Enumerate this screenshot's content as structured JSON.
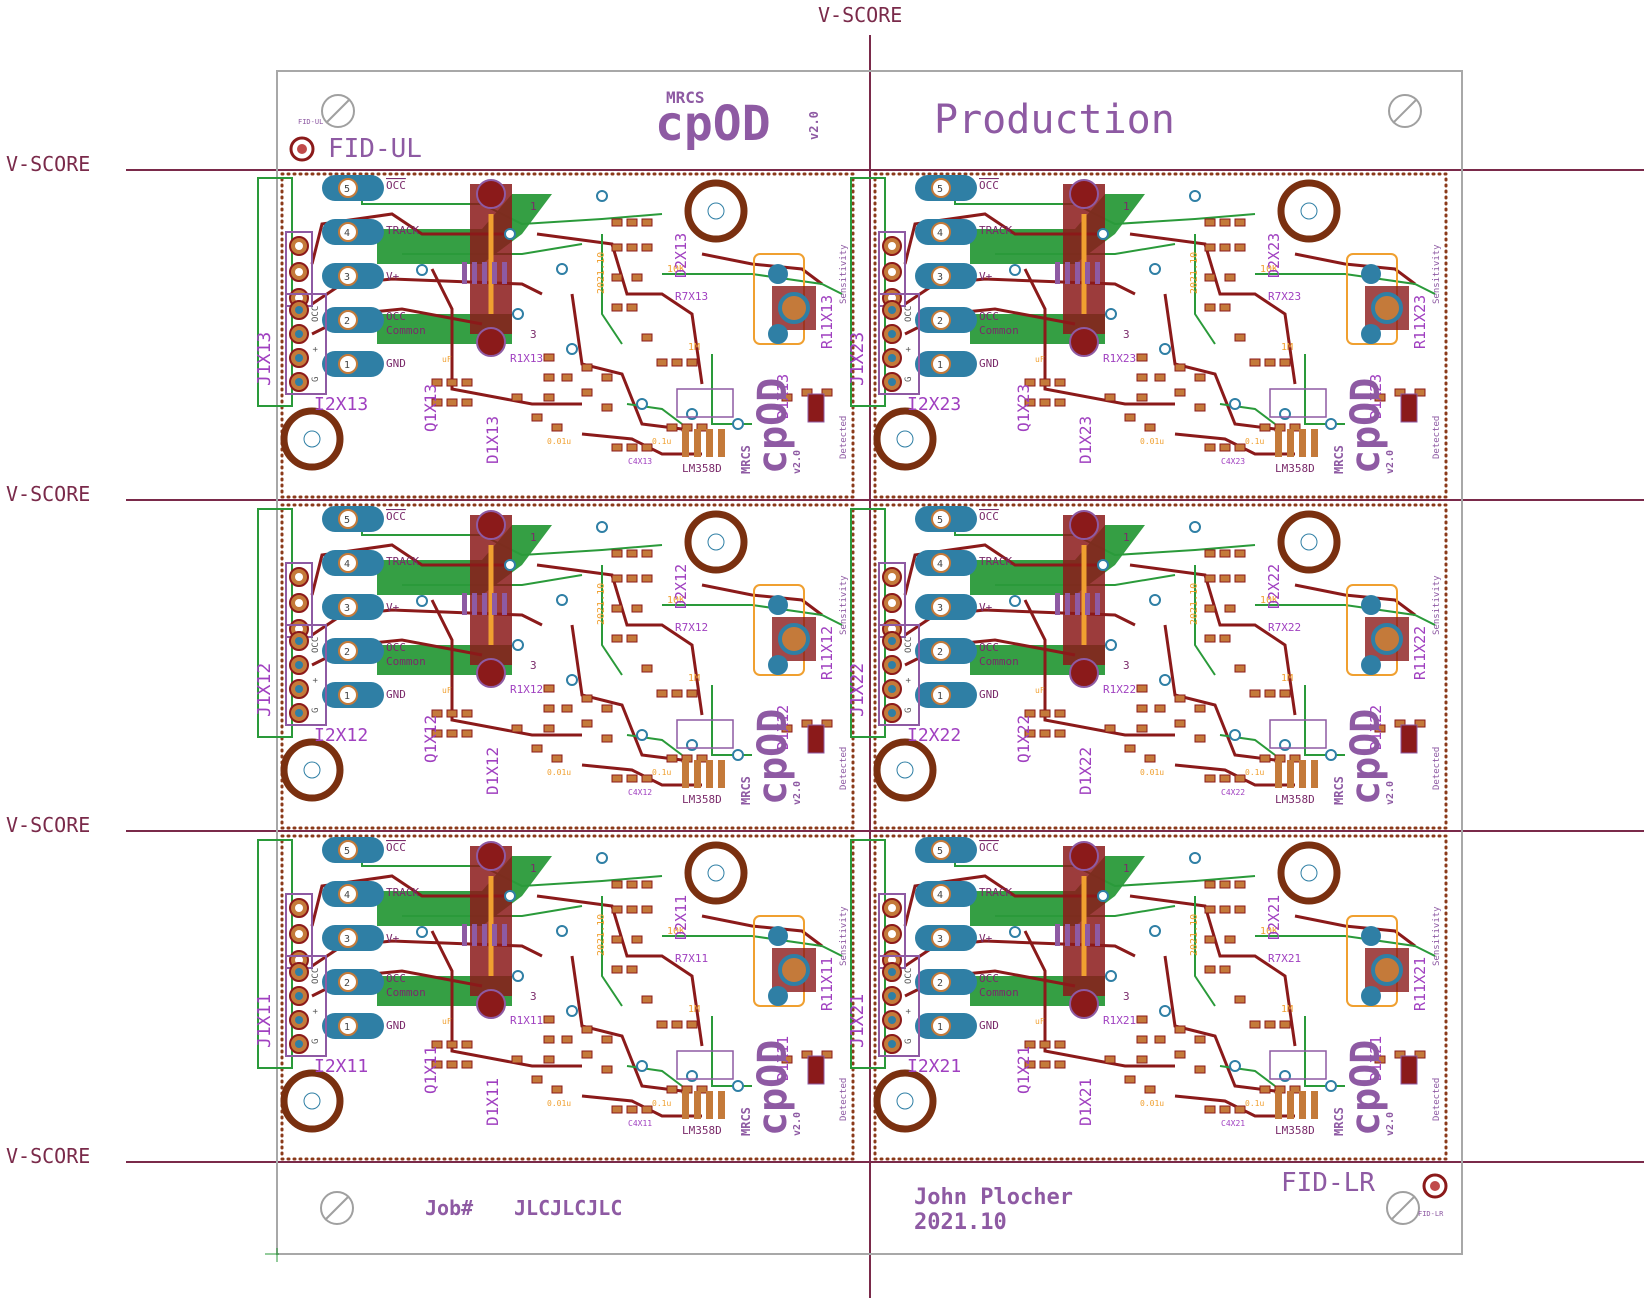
{
  "score_labels": {
    "top": "V-SCORE",
    "left": [
      "V-SCORE",
      "V-SCORE",
      "V-SCORE",
      "V-SCORE"
    ]
  },
  "header": {
    "brand_small": "MRCS",
    "brand_large": "cpOD",
    "version": "v2.0",
    "title": "Production",
    "fid_ul_small": "FID-UL",
    "fid_ul": "FID-UL"
  },
  "footer": {
    "job_label": "Job#",
    "job_value": "JLCJLCJLC",
    "author": "John Plocher",
    "date": "2021.10",
    "fid_lr": "FID-LR",
    "fid_lr_small": "FID-LR"
  },
  "board_common": {
    "occ_bar": "OCC",
    "track": "TRACK",
    "v_plus": "V+",
    "occ": "OCC",
    "common": "Common",
    "gnd": "GND",
    "pad_numbers": [
      "5",
      "4",
      "3",
      "2",
      "1"
    ],
    "pin1": "1",
    "pin3": "3",
    "val_10k": "10K",
    "val_1m": "1M",
    "ic": "LM358D",
    "brand": "MRCS",
    "model": "cpOD",
    "version": "v2.0",
    "sensitivity": "Sensitivity",
    "detected": "Detected",
    "conn_labels": [
      "OCC",
      "+",
      "G"
    ],
    "date_mark": "2021.10",
    "cap_uf": "uF",
    "cap_0_1": "0.1u",
    "cap_001": "0.01u"
  },
  "boards": [
    {
      "id": "13",
      "j1": "J1X13",
      "i2": "I2X13",
      "q1": "Q1X13",
      "d1": "D1X13",
      "r1": "R1X13",
      "r7": "R7X13",
      "c4": "C4X13",
      "d2": "D2X13",
      "r11": "R11X13",
      "d1b": "D1X13"
    },
    {
      "id": "23",
      "j1": "J1X23",
      "i2": "I2X23",
      "q1": "Q1X23",
      "d1": "D1X23",
      "r1": "R1X23",
      "r7": "R7X23",
      "c4": "C4X23",
      "d2": "D2X23",
      "r11": "R11X23",
      "d1b": "D1X23"
    },
    {
      "id": "12",
      "j1": "J1X12",
      "i2": "I2X12",
      "q1": "Q1X12",
      "d1": "D1X12",
      "r1": "R1X12",
      "r7": "R7X12",
      "c4": "C4X12",
      "d2": "D2X12",
      "r11": "R11X12",
      "d1b": "D1X12"
    },
    {
      "id": "22",
      "j1": "J1X22",
      "i2": "I2X22",
      "q1": "Q1X22",
      "d1": "D1X22",
      "r1": "R1X22",
      "r7": "R7X22",
      "c4": "C4X22",
      "d2": "D2X22",
      "r11": "R11X22",
      "d1b": "D1X22"
    },
    {
      "id": "11",
      "j1": "J1X11",
      "i2": "I2X11",
      "q1": "Q1X11",
      "d1": "D1X11",
      "r1": "R1X11",
      "r7": "R7X11",
      "c4": "C4X11",
      "d2": "D2X11",
      "r11": "R11X11",
      "d1b": "D1X11"
    },
    {
      "id": "21",
      "j1": "J1X21",
      "i2": "I2X21",
      "q1": "Q1X21",
      "d1": "D1X21",
      "r1": "R1X21",
      "r7": "R7X21",
      "c4": "C4X21",
      "d2": "D2X21",
      "r11": "R11X21",
      "d1b": "D1X21"
    }
  ],
  "colors": {
    "score_line": "#7a2a4a",
    "outline": "#a8a8a8",
    "board_dots": "#8b3a1a",
    "pad_blue": "#2f7fa5",
    "silk_purple": "#8e5aa3",
    "silk_text": "#7a2a6a",
    "label_magenta": "#a040c0",
    "trace_red": "#8b1a1a",
    "trace_green": "#2a9a3a",
    "copper": "#c47a3a",
    "orange": "#f0a030",
    "mount_hole": "#7a3010"
  }
}
